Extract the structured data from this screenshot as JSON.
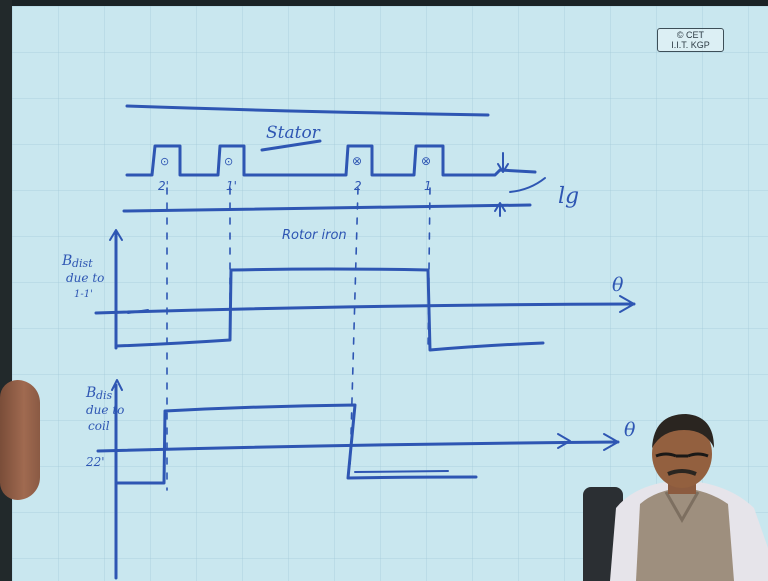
{
  "watermark": {
    "line1": "© CET",
    "line2": "I.I.T. KGP"
  },
  "diagram": {
    "stator_label": "Stator",
    "rotor_label": "Rotor iron",
    "gap_label": "lg",
    "slot_labels": [
      "2'",
      "1'",
      "2",
      "1"
    ],
    "slot_marks": [
      "⊙",
      "⊙",
      "⊗",
      "⊗"
    ],
    "plot1_ylabel": [
      "B",
      "dist",
      "due to",
      "1-1'"
    ],
    "plot1_xlabel": "θ",
    "plot2_ylabel": [
      "B",
      "dis",
      "due to",
      "coil",
      "22'"
    ],
    "plot2_xlabel": "θ"
  },
  "colors": {
    "ink": "#2e56b3",
    "board": "#c9e7ef"
  }
}
